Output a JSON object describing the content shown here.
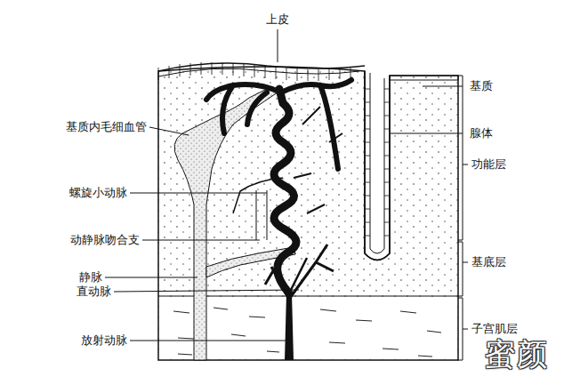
{
  "diagram": {
    "labels": [
      "上皮",
      "基质",
      "腺体",
      "功能层",
      "基底层",
      "子宫肌层",
      "基质内毛细血管",
      "螺旋小动脉",
      "动静脉吻合支",
      "静脉",
      "直动脉",
      "放射动脉",
      "蜜颜"
    ]
  }
}
